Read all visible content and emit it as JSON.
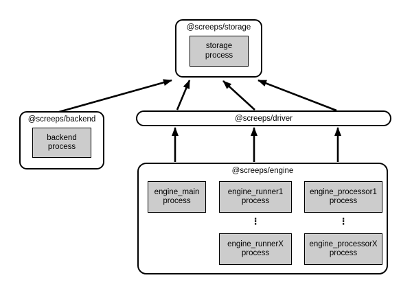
{
  "diagram": {
    "ellipsis": "⋮",
    "colors": {
      "process_fill": "#cccccc",
      "line": "#000000",
      "background": "#ffffff"
    },
    "nodes": {
      "storage": {
        "label": "@screeps/storage",
        "process": "storage\nprocess"
      },
      "backend": {
        "label": "@screeps/backend",
        "process": "backend\nprocess"
      },
      "driver": {
        "label": "@screeps/driver"
      },
      "engine": {
        "label": "@screeps/engine",
        "processes": {
          "main": "engine_main\nprocess",
          "runner1": "engine_runner1\nprocess",
          "runnerX": "engine_runnerX\nprocess",
          "processor1": "engine_processor1\nprocess",
          "processorX": "engine_processorX\nprocess"
        }
      }
    },
    "edges": [
      {
        "from": "backend",
        "to": "storage"
      },
      {
        "from": "driver",
        "to": "storage"
      },
      {
        "from": "driver",
        "to": "storage"
      },
      {
        "from": "driver",
        "to": "storage"
      },
      {
        "from": "engine",
        "to": "driver"
      },
      {
        "from": "engine",
        "to": "driver"
      },
      {
        "from": "engine",
        "to": "driver"
      }
    ]
  }
}
